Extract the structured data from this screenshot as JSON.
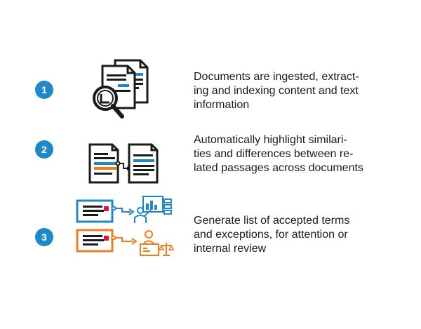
{
  "steps": [
    {
      "number": "1",
      "icon": "document-search-icon",
      "lines": [
        "Documents are ingested, extract-",
        "ing and indexing content and text",
        "information"
      ]
    },
    {
      "number": "2",
      "icon": "document-compare-icon",
      "lines": [
        "Automatically highlight similari-",
        "ties and differences between re-",
        "lated passages across documents"
      ]
    },
    {
      "number": "3",
      "icon": "document-review-icon",
      "lines": [
        "Generate list of accepted terms",
        "and exceptions, for attention or",
        "internal review"
      ]
    }
  ],
  "colors": {
    "badge": "#1e88c9",
    "accent_blue": "#1e88c9",
    "accent_orange": "#f07d1c",
    "accent_red": "#d9183b",
    "ink": "#1b1b1b"
  }
}
